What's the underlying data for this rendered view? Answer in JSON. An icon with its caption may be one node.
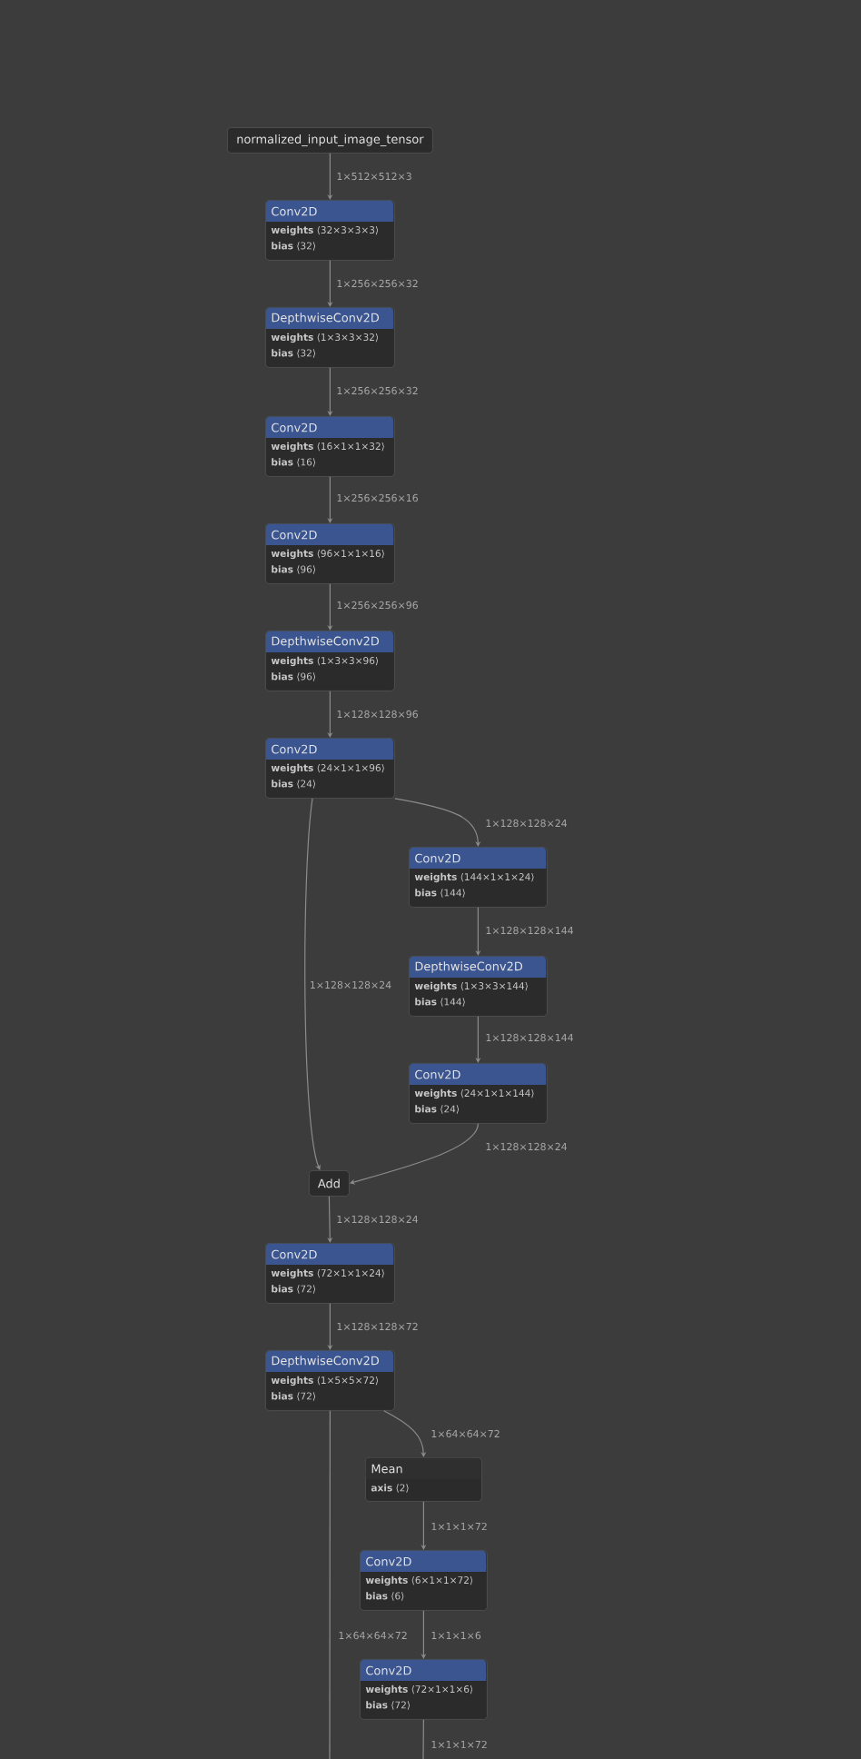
{
  "diagram": {
    "nodes": [
      {
        "text": [
          "normalized_input_image_tensor"
        ]
      },
      {
        "text": [
          "Conv2D",
          "**weights** ⟨32×3×3×3⟩",
          "**bias** ⟨32⟩"
        ]
      },
      {
        "text": [
          "DepthwiseConv2D",
          "**weights** ⟨1×3×3×32⟩",
          "**bias** ⟨32⟩"
        ]
      },
      {
        "text": [
          "Conv2D",
          "**weights** ⟨16×1×1×32⟩",
          "**bias** ⟨16⟩"
        ]
      },
      {
        "text": [
          "Conv2D",
          "**weights** ⟨96×1×1×16⟩",
          "**bias** ⟨96⟩"
        ]
      },
      {
        "text": [
          "DepthwiseConv2D",
          "**weights** ⟨1×3×3×96⟩",
          "**bias** ⟨96⟩"
        ]
      },
      {
        "text": [
          "Conv2D",
          "**weights** ⟨24×1×1×96⟩",
          "**bias** ⟨24⟩"
        ]
      },
      {
        "text": [
          "Conv2D",
          "**weights** ⟨144×1×1×24⟩",
          "**bias** ⟨144⟩"
        ]
      },
      {
        "text": [
          "DepthwiseConv2D",
          "**weights** ⟨1×3×3×144⟩",
          "**bias** ⟨144⟩"
        ]
      },
      {
        "text": [
          "Conv2D",
          "**weights** ⟨24×1×1×144⟩",
          "**bias** ⟨24⟩"
        ]
      },
      {
        "text": [
          "Add"
        ]
      },
      {
        "text": [
          "Conv2D",
          "**weights** ⟨72×1×1×24⟩",
          "**bias** ⟨72⟩"
        ]
      },
      {
        "text": [
          "DepthwiseConv2D",
          "**weights** ⟨1×5×5×72⟩",
          "**bias** ⟨72⟩"
        ]
      },
      {
        "text": [
          "Mean",
          "**axis** ⟨2⟩"
        ]
      },
      {
        "text": [
          "Conv2D",
          "**weights** ⟨6×1×1×72⟩",
          "**bias** ⟨6⟩"
        ]
      },
      {
        "text": [
          "Conv2D",
          "**weights** ⟨72×1×1×6⟩",
          "**bias** ⟨72⟩"
        ]
      }
    ],
    "edges": [
      {
        "from": 0,
        "to": 1,
        "arrow": "to",
        "label": "1×512×512×3"
      },
      {
        "from": 1,
        "to": 2,
        "arrow": "to",
        "label": "1×256×256×32"
      },
      {
        "from": 2,
        "to": 3,
        "arrow": "to",
        "label": "1×256×256×32"
      },
      {
        "from": 3,
        "to": 4,
        "arrow": "to",
        "label": "1×256×256×16"
      },
      {
        "from": 4,
        "to": 5,
        "arrow": "to",
        "label": "1×256×256×96"
      },
      {
        "from": 5,
        "to": 6,
        "arrow": "to",
        "label": "1×128×128×96"
      },
      {
        "from": 6,
        "to": 7,
        "arrow": "to",
        "label": "1×128×128×24"
      },
      {
        "from": 6,
        "to": 10,
        "arrow": "to",
        "label": "1×128×128×24"
      },
      {
        "from": 7,
        "to": 8,
        "arrow": "to",
        "label": "1×128×128×144"
      },
      {
        "from": 8,
        "to": 9,
        "arrow": "to",
        "label": "1×128×128×144"
      },
      {
        "from": 9,
        "to": 10,
        "arrow": "to",
        "label": "1×128×128×24"
      },
      {
        "from": 10,
        "to": 11,
        "arrow": "to",
        "label": "1×128×128×24"
      },
      {
        "from": 11,
        "to": 12,
        "arrow": "to",
        "label": "1×128×128×72"
      },
      {
        "from": 12,
        "to": 13,
        "arrow": "to",
        "label": "1×64×64×72"
      },
      {
        "from": 12,
        "to": null,
        "arrow": "none",
        "label": "1×64×64×72"
      },
      {
        "from": 13,
        "to": 14,
        "arrow": "to",
        "label": "1×1×1×72"
      },
      {
        "from": 14,
        "to": 15,
        "arrow": "to",
        "label": "1×1×1×6"
      },
      {
        "from": 15,
        "to": null,
        "arrow": "none",
        "label": "1×1×1×72"
      }
    ]
  }
}
